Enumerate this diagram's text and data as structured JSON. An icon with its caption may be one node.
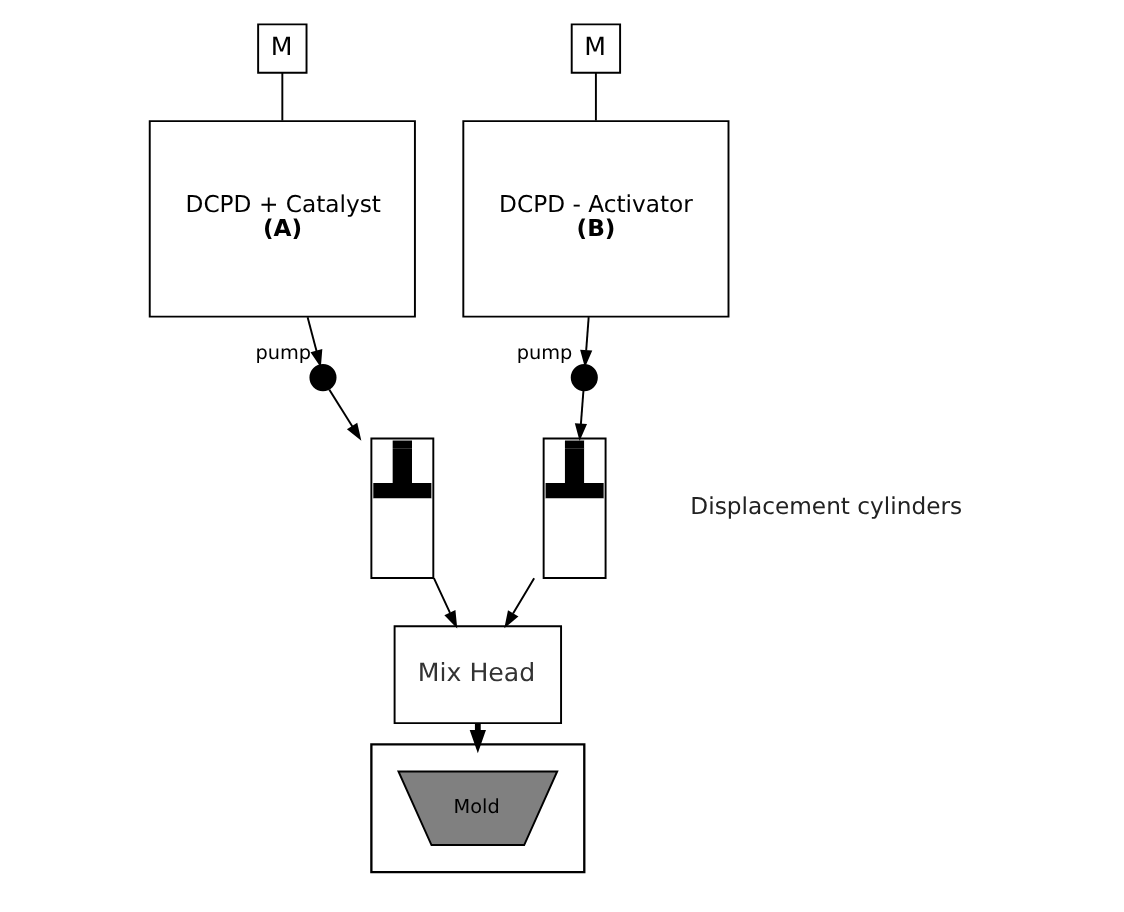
{
  "diagram": {
    "nodes": [
      {
        "text": [
          "M"
        ]
      },
      {
        "text": [
          "DCPD + Catalyst",
          "(A)"
        ]
      },
      {
        "text": [],
        "shape": "circle",
        "beside": [
          "pump"
        ]
      },
      {
        "text": [],
        "shape": "cylinder"
      },
      {
        "text": [],
        "shape": "cylinder"
      },
      {
        "text": [],
        "shape": "circle",
        "beside": [
          "pump"
        ]
      },
      {
        "text": [
          "DCPD - Activator",
          "(B)"
        ]
      },
      {
        "text": [
          "M"
        ]
      },
      {
        "text": [
          "Mix Head"
        ]
      },
      {
        "text": [],
        "shape": "box"
      },
      {
        "text": [
          "Mold"
        ],
        "in": 9
      }
    ],
    "edges": [
      {
        "from": 0,
        "to": 1,
        "arrow": "none"
      },
      {
        "from": 7,
        "to": 6,
        "arrow": "none"
      },
      {
        "from": 1,
        "to": 2,
        "arrow": "to"
      },
      {
        "from": 2,
        "to": 3,
        "arrow": "to"
      },
      {
        "from": 6,
        "to": 5,
        "arrow": "to"
      },
      {
        "from": 5,
        "to": 4,
        "arrow": "to"
      },
      {
        "from": 3,
        "to": 8,
        "arrow": "to"
      },
      {
        "from": 4,
        "to": 8,
        "arrow": "to"
      },
      {
        "from": 8,
        "to": 9,
        "arrow": "to",
        "style": "thick"
      }
    ],
    "labels": [
      "Displacement cylinders"
    ]
  }
}
